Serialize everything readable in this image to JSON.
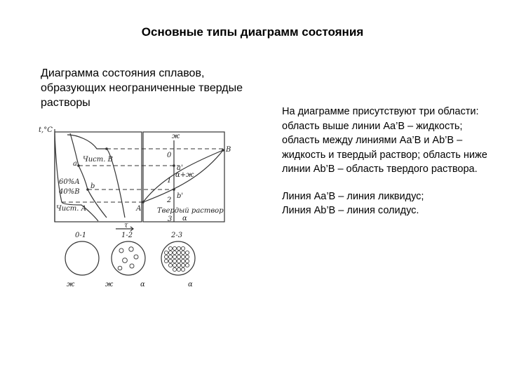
{
  "title": "Основные типы диаграмм состояния",
  "subtitle": "Диаграмма состояния сплавов, образующих неограниченные твердые растворы",
  "description": {
    "p1": "На диаграмме присутствуют три области: область выше линии Аa’В – жидкость; область между линиями Аa’В и Аb’В – жидкость и твердый раствор; область ниже линии Аb’В – область твердого раствора.",
    "p2_line1": "Линия Аa’В – линия ликвидус;",
    "p2_line2": "Линия Аb’В – линия солидус."
  },
  "figure": {
    "cooling_curves": {
      "axis_label": "t,°C",
      "time_label": "τ",
      "pure_b": "Чист. В",
      "pure_a": "Чист. А",
      "pct60": "60%А",
      "pct40": "40%В",
      "point_a": "a",
      "point_b": "b"
    },
    "phase_diagram": {
      "zh": "ж",
      "alpha_zh": "α+ж",
      "solid": "Твердый раствор",
      "alpha": "α",
      "point_A": "А",
      "point_B": "В",
      "a_prime": "a'",
      "b_prime": "b'",
      "n0": "0",
      "n1": "1",
      "n2": "2",
      "n3": "3"
    },
    "microstructures": {
      "m1_title": "0-1",
      "m2_title": "1-2",
      "m3_title": "2-3",
      "m1_label": "ж",
      "m2_label1": "ж",
      "m2_label2": "α",
      "m3_label": "α"
    }
  }
}
